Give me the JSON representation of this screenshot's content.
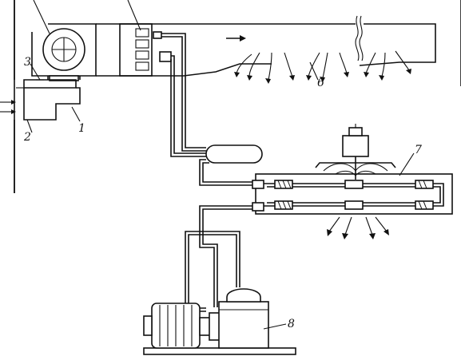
{
  "diagram": {
    "labels": {
      "l1": "1",
      "l2": "2",
      "l3": "3",
      "l6": "6",
      "l7": "7",
      "l8": "8"
    }
  }
}
